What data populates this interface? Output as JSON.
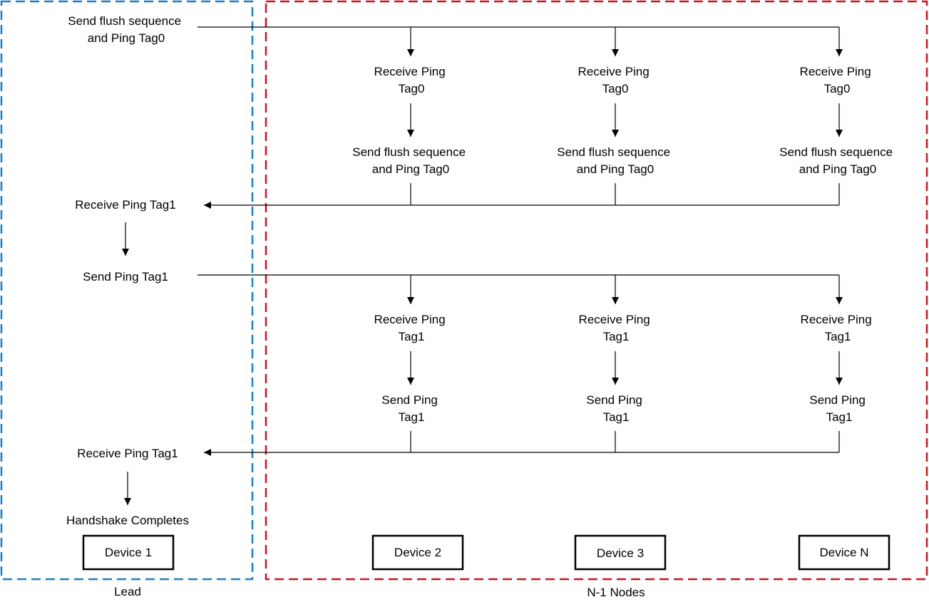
{
  "colors": {
    "lead_border": "#1f7fc4",
    "nodes_border": "#c8161d",
    "line": "#000000"
  },
  "lead": {
    "caption": "Lead",
    "steps": [
      [
        "Send flush sequence",
        "and Ping Tag0"
      ],
      [
        "Receive Ping Tag1"
      ],
      [
        "Send Ping Tag1"
      ],
      [
        "Receive Ping Tag1"
      ],
      [
        "Handshake Completes"
      ]
    ],
    "device": "Device 1"
  },
  "nodes": {
    "caption": "N-1 Nodes",
    "devices": [
      {
        "device": "Device 2",
        "steps": [
          [
            "Receive Ping",
            "Tag0"
          ],
          [
            "Send flush sequence",
            "and Ping Tag0"
          ],
          [
            "Receive Ping",
            "Tag1"
          ],
          [
            "Send Ping",
            "Tag1"
          ]
        ]
      },
      {
        "device": "Device 3",
        "steps": [
          [
            "Receive Ping",
            "Tag0"
          ],
          [
            "Send flush sequence",
            "and Ping Tag0"
          ],
          [
            "Receive Ping",
            "Tag1"
          ],
          [
            "Send Ping",
            "Tag1"
          ]
        ]
      },
      {
        "device": "Device N",
        "steps": [
          [
            "Receive Ping",
            "Tag0"
          ],
          [
            "Send flush sequence",
            "and Ping Tag0"
          ],
          [
            "Receive Ping",
            "Tag1"
          ],
          [
            "Send Ping",
            "Tag1"
          ]
        ]
      }
    ]
  }
}
